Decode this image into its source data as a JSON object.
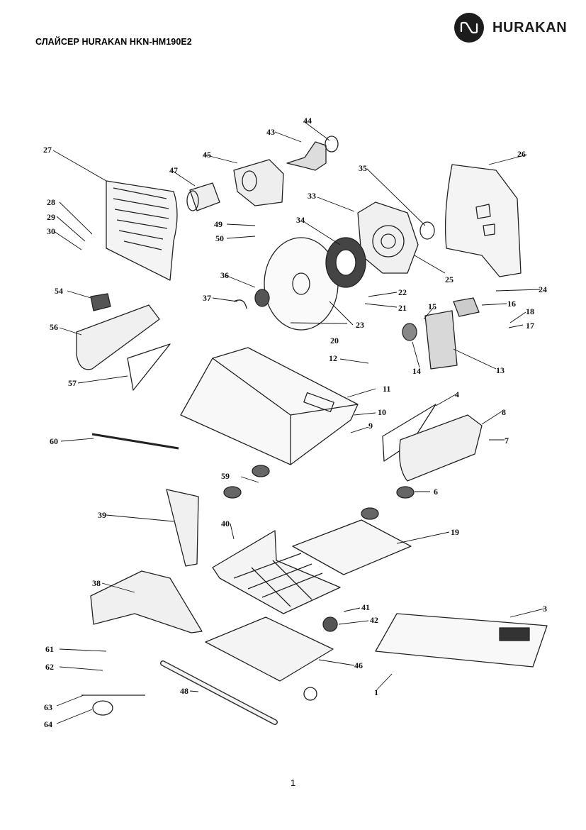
{
  "header": {
    "title": "СЛАЙСЕР HURAKAN HKN-HM190E2"
  },
  "brand": {
    "name": "HURAKAN",
    "logo_icon": "hurakan-wave-logo-icon",
    "color": "#1c1c1c"
  },
  "diagram": {
    "callouts": [
      "1",
      "3",
      "4",
      "6",
      "7",
      "8",
      "9",
      "10",
      "11",
      "12",
      "13",
      "14",
      "15",
      "16",
      "17",
      "18",
      "19",
      "20",
      "21",
      "22",
      "23",
      "24",
      "25",
      "26",
      "27",
      "28",
      "29",
      "30",
      "33",
      "34",
      "35",
      "36",
      "37",
      "38",
      "39",
      "40",
      "41",
      "42",
      "43",
      "44",
      "45",
      "46",
      "47",
      "48",
      "49",
      "50",
      "54",
      "56",
      "57",
      "59",
      "60",
      "61",
      "62",
      "63",
      "64"
    ]
  },
  "footer": {
    "page_number": "1"
  }
}
